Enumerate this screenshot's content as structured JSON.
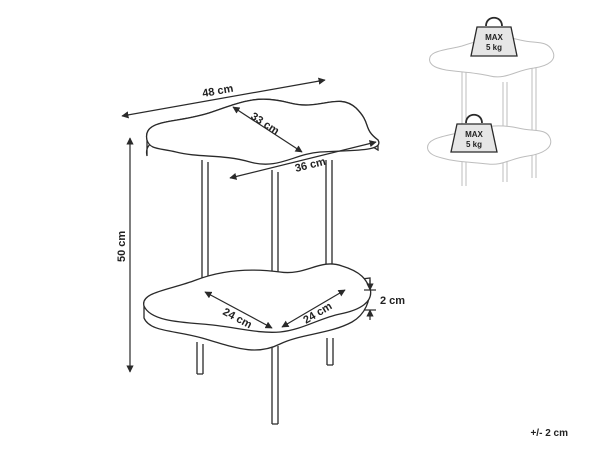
{
  "dimensions": {
    "width_total": "48 cm",
    "depth_top": "33 cm",
    "width_top": "36 cm",
    "height_total": "50 cm",
    "shelf_left": "24 cm",
    "shelf_right": "24 cm",
    "shelf_thickness": "2 cm"
  },
  "load_badges": [
    {
      "line1": "MAX",
      "line2": "5 kg"
    },
    {
      "line1": "MAX",
      "line2": "5 kg"
    }
  ],
  "tolerance": "+/- 2 cm",
  "colors": {
    "line": "#2a2a2a",
    "faint": "#bdbdbd",
    "badge_fill": "#e6e6e6"
  }
}
